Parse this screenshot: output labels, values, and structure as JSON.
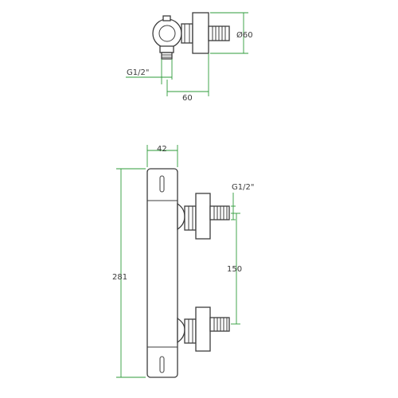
{
  "drawing": {
    "top_view": {
      "diameter_label": "Ø60",
      "thread_label": "G1/2\"",
      "width_label": "60"
    },
    "front_view": {
      "body_width_label": "42",
      "height_label": "281",
      "thread_label": "G1/2\"",
      "spacing_label": "150"
    },
    "colors": {
      "dimension_lines": "#2e9b3a",
      "outline": "#3c3c3c",
      "text": "#3a3a3a"
    }
  }
}
